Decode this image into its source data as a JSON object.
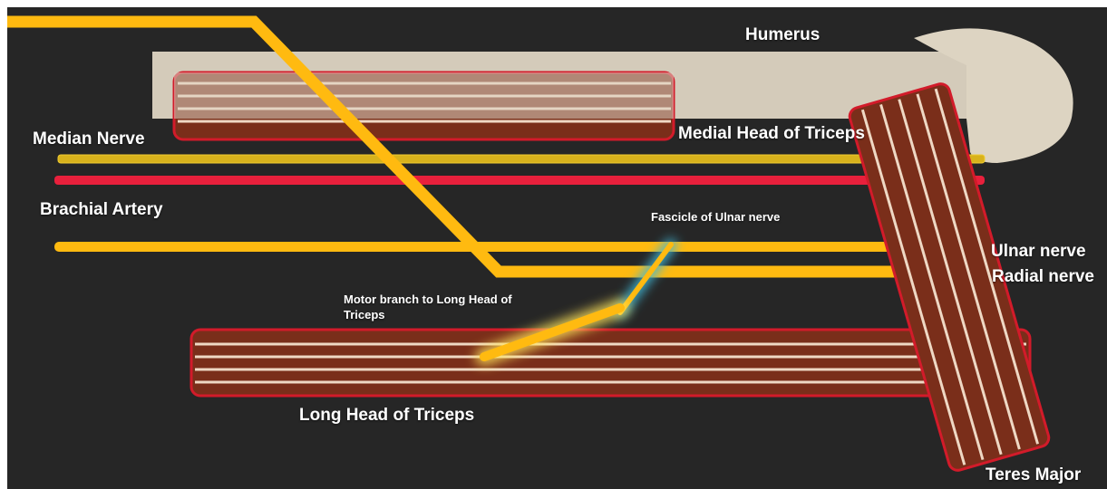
{
  "labels": {
    "humerus": "Humerus",
    "median_nerve": "Median Nerve",
    "medial_head": "Medial Head of Triceps",
    "brachial_artery": "Brachial Artery",
    "fascicle_ulnar": "Fascicle of Ulnar nerve",
    "ulnar_nerve": "Ulnar nerve",
    "radial_nerve": "Radial nerve",
    "motor_branch_line1": "Motor branch to Long Head of",
    "motor_branch_line2": "Triceps",
    "long_head": "Long Head of Triceps",
    "teres_major": "Teres Major"
  },
  "colors": {
    "background": "#262626",
    "bone": "#ddd4c2",
    "nerve": "#ffba10",
    "median_nerve": "#d8b21c",
    "artery": "#e8203c",
    "muscle_fill": "#7a2e1a",
    "muscle_outline": "#d21b2a",
    "muscle_stripe": "#efd8c4",
    "glow_blue": "#3fb8d6"
  }
}
